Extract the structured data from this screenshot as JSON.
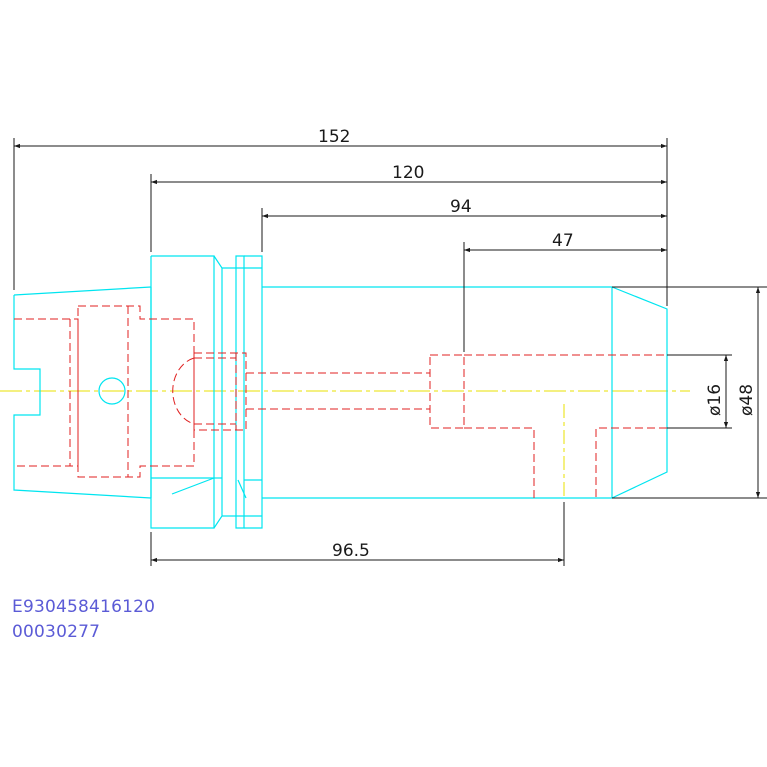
{
  "dimensions": {
    "overall_length": "152",
    "length_120": "120",
    "length_94": "94",
    "length_47": "47",
    "length_96_5": "96.5",
    "bore_diameter": "ø16",
    "outer_diameter": "ø48"
  },
  "codes": {
    "part_number": "E930458416120",
    "serial": "00030277"
  },
  "colors": {
    "outline": "#00e5f0",
    "hidden": "#e02020",
    "centerline": "#e8e000",
    "dimension": "#1a1a1a",
    "code_text": "#5b5bd6"
  }
}
